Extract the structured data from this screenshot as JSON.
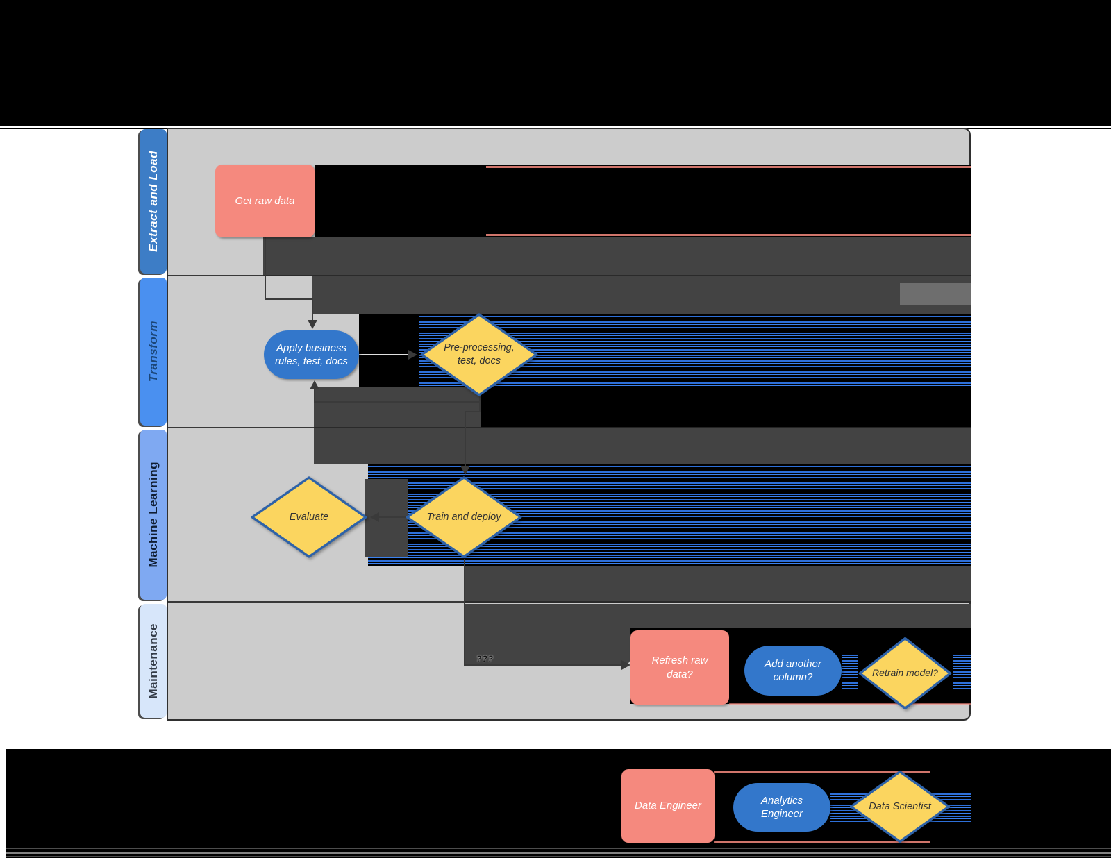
{
  "lanes": [
    {
      "label": "Extract and Load",
      "header_bg": "#3D7DC6",
      "label_color": "#FFFFFF"
    },
    {
      "label": "Transform",
      "header_bg": "#4A90F0",
      "label_color": "#1B4678"
    },
    {
      "label": "Machine Learning",
      "header_bg": "#7FA9F2",
      "label_color": "#101E33"
    },
    {
      "label": "Maintenance",
      "header_bg": "#D7E6FA",
      "label_color": "#333B47"
    }
  ],
  "nodes": {
    "get_raw_data": {
      "label": "Get raw data",
      "shape": "rounded-rectangle",
      "fill": "#F5897E",
      "text_color": "#FFFFFF",
      "lane": "Extract and Load"
    },
    "apply_business_rules": {
      "label": "Apply business rules, test, docs",
      "shape": "pill",
      "fill": "#3377CB",
      "text_color": "#FFFFFF",
      "lane": "Transform"
    },
    "pre_processing": {
      "label": "Pre-processing, test, docs",
      "shape": "diamond",
      "fill": "#FBD55F",
      "border_color": "#2E62A8",
      "text_color": "#333333",
      "lane": "Transform"
    },
    "evaluate": {
      "label": "Evaluate",
      "shape": "diamond",
      "fill": "#FBD55F",
      "border_color": "#2E62A8",
      "text_color": "#333333",
      "lane": "Machine Learning"
    },
    "train_and_deploy": {
      "label": "Train and deploy",
      "shape": "diamond",
      "fill": "#FBD55F",
      "border_color": "#2E62A8",
      "text_color": "#333333",
      "lane": "Machine Learning"
    },
    "refresh_raw_data": {
      "label": "Refresh raw data?",
      "shape": "rounded-rectangle",
      "fill": "#F5897E",
      "text_color": "#FFFFFF",
      "lane": "Maintenance"
    },
    "add_another_column": {
      "label": "Add another column?",
      "shape": "pill",
      "fill": "#3377CB",
      "text_color": "#FFFFFF",
      "lane": "Maintenance"
    },
    "retrain_model": {
      "label": "Retrain model?",
      "shape": "diamond",
      "fill": "#FBD55F",
      "border_color": "#2E62A8",
      "text_color": "#333333",
      "lane": "Maintenance"
    }
  },
  "edges": [
    {
      "from": "get_raw_data",
      "to": "apply_business_rules",
      "label": ""
    },
    {
      "from": "apply_business_rules",
      "to": "pre_processing",
      "label": ""
    },
    {
      "from": "pre_processing",
      "to": "apply_business_rules",
      "label": ""
    },
    {
      "from": "pre_processing",
      "to": "train_and_deploy",
      "label": ""
    },
    {
      "from": "train_and_deploy",
      "to": "evaluate",
      "label": ""
    },
    {
      "from": "train_and_deploy",
      "to": "refresh_raw_data",
      "label": "???"
    }
  ],
  "legend": {
    "data_engineer": {
      "label": "Data Engineer",
      "shape": "rounded-rectangle",
      "fill": "#F5897E",
      "text_color": "#FFFFFF"
    },
    "analytics_engineer": {
      "label": "Analytics Engineer",
      "shape": "pill",
      "fill": "#3377CB",
      "text_color": "#FFFFFF"
    },
    "data_scientist": {
      "label": "Data Scientist",
      "shape": "diamond",
      "fill": "#FBD55F",
      "border_color": "#2E62A8",
      "text_color": "#333333"
    }
  },
  "colors": {
    "page_background": "#000000",
    "paper": "#FFFFFF",
    "lane_fill": "#CCCCCC",
    "artifact_dark": "#434343",
    "artifact_black": "#000000",
    "connector": "#3A3A3A"
  }
}
